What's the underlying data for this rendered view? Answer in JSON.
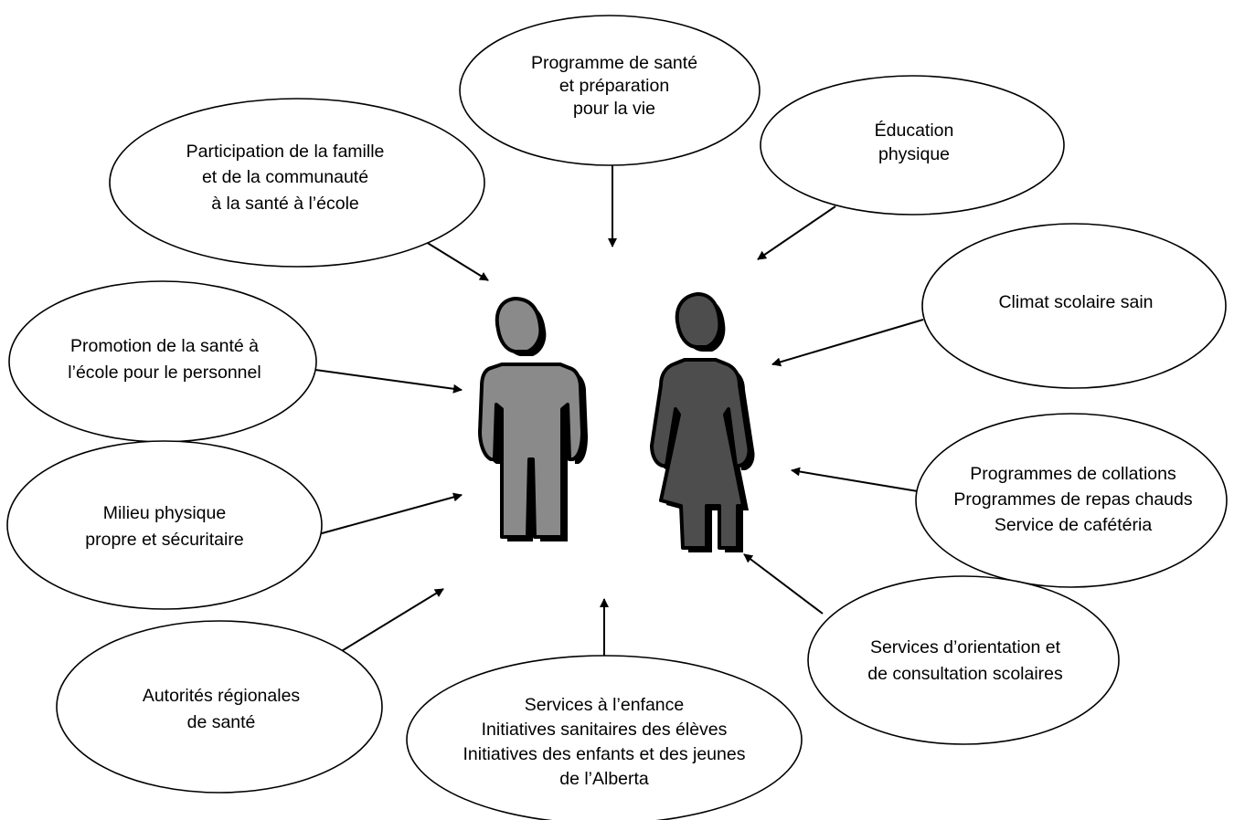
{
  "colors": {
    "background": "#ffffff",
    "outline": "#000000",
    "figure_left": "#8a8a8a",
    "figure_right": "#4d4d4d"
  },
  "figures": [
    {
      "name": "person-icon"
    },
    {
      "name": "person-icon"
    }
  ],
  "bubbles": [
    {
      "id": "programme-sante",
      "lines": [
        "Programme de santé",
        "et préparation",
        "pour la vie"
      ]
    },
    {
      "id": "education-physique",
      "lines": [
        "Éducation",
        "physique"
      ]
    },
    {
      "id": "participation-famille",
      "lines": [
        "Participation de la famille",
        "et de la communauté",
        "à la santé à l’école"
      ]
    },
    {
      "id": "climat-scolaire",
      "lines": [
        "Climat scolaire sain"
      ]
    },
    {
      "id": "promotion-sante",
      "lines": [
        "Promotion de la santé à",
        "l’école pour le personnel"
      ]
    },
    {
      "id": "programmes-collations",
      "lines": [
        "Programmes de collations",
        "Programmes de repas chauds",
        "Service de cafétéria"
      ]
    },
    {
      "id": "milieu-physique",
      "lines": [
        "Milieu physique",
        "propre et sécuritaire"
      ]
    },
    {
      "id": "services-orientation",
      "lines": [
        "Services d’orientation et",
        "de consultation scolaires"
      ]
    },
    {
      "id": "autorites-regionales",
      "lines": [
        "Autorités régionales",
        "de santé"
      ]
    },
    {
      "id": "services-enfance",
      "lines": [
        "Services à l’enfance",
        "Initiatives sanitaires des élèves",
        "Initiatives des enfants et des jeunes",
        "de l’Alberta"
      ]
    }
  ]
}
